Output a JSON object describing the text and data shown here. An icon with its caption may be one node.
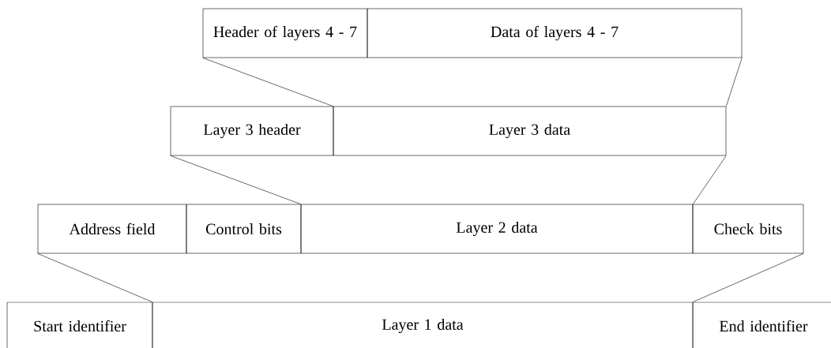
{
  "diagram": {
    "nodes": [
      {
        "text": [
          "Header of layers 4 - 7"
        ]
      },
      {
        "text": [
          "Data of layers 4 - 7"
        ]
      },
      {
        "text": [
          "Layer 3 header"
        ]
      },
      {
        "text": [
          "Layer 3 data"
        ]
      },
      {
        "text": [
          "Address field"
        ]
      },
      {
        "text": [
          "Control bits"
        ]
      },
      {
        "text": [
          "Layer 2 data"
        ]
      },
      {
        "text": [
          "Check bits"
        ]
      },
      {
        "text": [
          "Start identifier"
        ]
      },
      {
        "text": [
          "Layer 1 data"
        ]
      },
      {
        "text": [
          "End identifier"
        ]
      }
    ],
    "edges": [
      {
        "from": 0,
        "to": 3,
        "arrow": "none"
      },
      {
        "from": 1,
        "to": 3,
        "arrow": "none"
      },
      {
        "from": 2,
        "to": 6,
        "arrow": "none"
      },
      {
        "from": 3,
        "to": 6,
        "arrow": "none"
      },
      {
        "from": 4,
        "to": 9,
        "arrow": "none"
      },
      {
        "from": 7,
        "to": 9,
        "arrow": "none"
      }
    ]
  }
}
